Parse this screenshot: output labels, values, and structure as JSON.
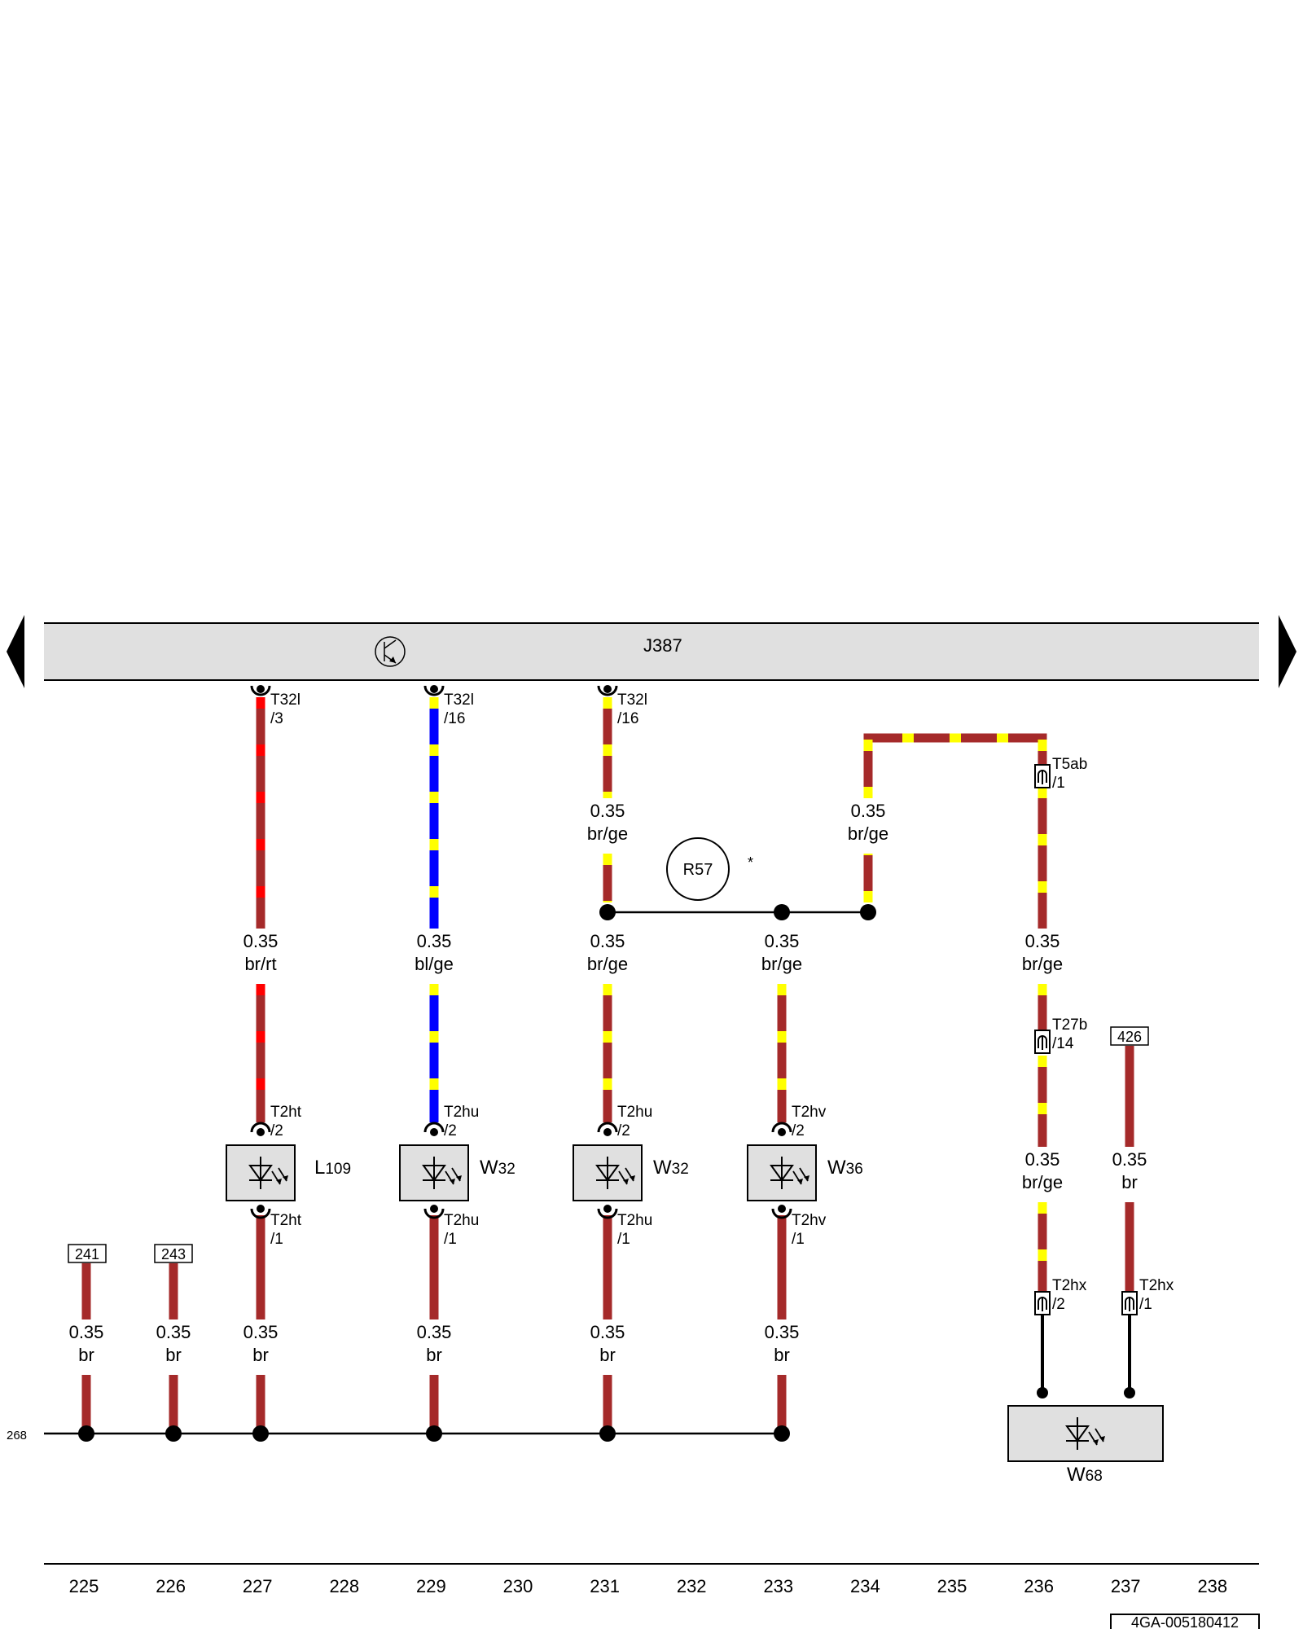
{
  "control_unit": {
    "name": "J387"
  },
  "colors": {
    "br": "#a52a2a",
    "rt": "#ff0000",
    "bl": "#0000ff",
    "ge": "#ffff00",
    "sw": "#000000",
    "box_fill": "#e0e0e0"
  },
  "icons": {
    "control_unit": "transistor-icon",
    "component": "led-icon"
  },
  "wires": [
    {
      "id": "w227",
      "gauge": "0.35",
      "color": "br/rt"
    },
    {
      "id": "w229",
      "gauge": "0.35",
      "color": "bl/ge"
    },
    {
      "id": "w231-top",
      "gauge": "0.35",
      "color": "br/ge"
    },
    {
      "id": "w234-top",
      "gauge": "0.35",
      "color": "br/ge"
    },
    {
      "id": "w231",
      "gauge": "0.35",
      "color": "br/ge"
    },
    {
      "id": "w233",
      "gauge": "0.35",
      "color": "br/ge"
    },
    {
      "id": "w236-upper",
      "gauge": "0.35",
      "color": "br/ge"
    },
    {
      "id": "w236-lower",
      "gauge": "0.35",
      "color": "br/ge"
    },
    {
      "id": "w237",
      "gauge": "0.35",
      "color": "br"
    },
    {
      "id": "g225",
      "gauge": "0.35",
      "color": "br"
    },
    {
      "id": "g226",
      "gauge": "0.35",
      "color": "br"
    },
    {
      "id": "g227",
      "gauge": "0.35",
      "color": "br"
    },
    {
      "id": "g229",
      "gauge": "0.35",
      "color": "br"
    },
    {
      "id": "g231",
      "gauge": "0.35",
      "color": "br"
    },
    {
      "id": "g233",
      "gauge": "0.35",
      "color": "br"
    }
  ],
  "connectors": [
    {
      "id": "c227-top",
      "name": "T32l",
      "pin": "/3"
    },
    {
      "id": "c229-top",
      "name": "T32l",
      "pin": "/16"
    },
    {
      "id": "c231-top",
      "name": "T32l",
      "pin": "/16"
    },
    {
      "id": "c236-t5ab",
      "name": "T5ab",
      "pin": "/1"
    },
    {
      "id": "c236-t27b",
      "name": "T27b",
      "pin": "/14"
    },
    {
      "id": "c227-up",
      "name": "T2ht",
      "pin": "/2"
    },
    {
      "id": "c227-dn",
      "name": "T2ht",
      "pin": "/1"
    },
    {
      "id": "c229-up",
      "name": "T2hu",
      "pin": "/2"
    },
    {
      "id": "c229-dn",
      "name": "T2hu",
      "pin": "/1"
    },
    {
      "id": "c231-up",
      "name": "T2hu",
      "pin": "/2"
    },
    {
      "id": "c231-dn",
      "name": "T2hu",
      "pin": "/1"
    },
    {
      "id": "c233-up",
      "name": "T2hv",
      "pin": "/2"
    },
    {
      "id": "c233-dn",
      "name": "T2hv",
      "pin": "/1"
    },
    {
      "id": "c236-t2hx",
      "name": "T2hx",
      "pin": "/2"
    },
    {
      "id": "c237-t2hx",
      "name": "T2hx",
      "pin": "/1"
    }
  ],
  "components": [
    {
      "id": "L109",
      "prefix": "L",
      "number": "109"
    },
    {
      "id": "W32a",
      "prefix": "W",
      "number": "32"
    },
    {
      "id": "W32b",
      "prefix": "W",
      "number": "32"
    },
    {
      "id": "W36",
      "prefix": "W",
      "number": "36"
    },
    {
      "id": "W68",
      "prefix": "W",
      "number": "68"
    }
  ],
  "splice": {
    "label": "R57",
    "note": "*"
  },
  "references": [
    "241",
    "243",
    "426"
  ],
  "ground_ref": "268",
  "track_numbers": [
    "225",
    "226",
    "227",
    "228",
    "229",
    "230",
    "231",
    "232",
    "233",
    "234",
    "235",
    "236",
    "237",
    "238"
  ],
  "doc_number": "4GA-005180412"
}
